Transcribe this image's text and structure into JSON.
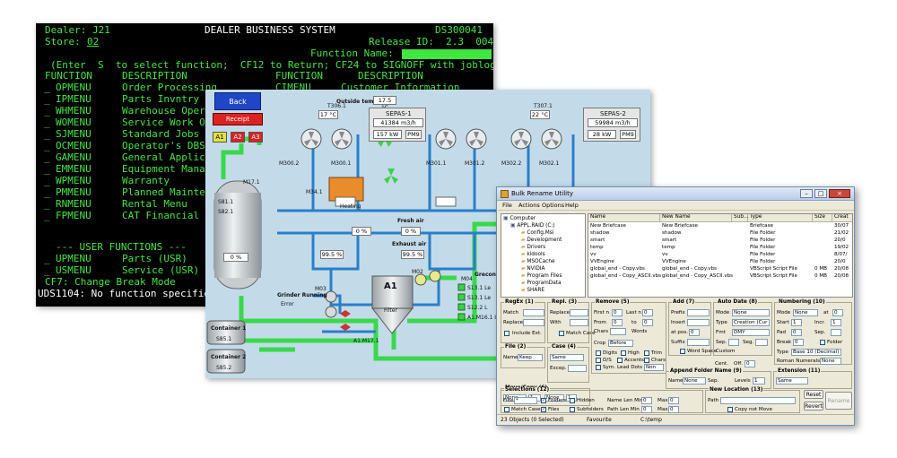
{
  "terminal": {
    "dealer": "Dealer: J21",
    "title": "DEALER BUSINESS SYSTEM",
    "screen_id": "DS300041",
    "store_label": "Store:",
    "store_value": "02",
    "release": "Release ID:  2.3  004",
    "function_name_label": "Function Name:",
    "instructions": "(Enter  S  to select function;  CF12 to Return; CF24 to SIGNOFF with joblog)",
    "col_function": "FUNCTION",
    "col_description": "DESCRIPTION",
    "menu_left": [
      {
        "code": "OPMENU",
        "desc": "Order Processing"
      },
      {
        "code": "IPMENU",
        "desc": "Parts Invntry P"
      },
      {
        "code": "WHMENU",
        "desc": "Warehouse Opera"
      },
      {
        "code": "WOMENU",
        "desc": "Service Work Or"
      },
      {
        "code": "SJMENU",
        "desc": "Standard Jobs"
      },
      {
        "code": "OCMENU",
        "desc": "Operator's DBS"
      },
      {
        "code": "GAMENU",
        "desc": "General Applica"
      },
      {
        "code": "EMMENU",
        "desc": "Equipment Manag"
      },
      {
        "code": "WPMENU",
        "desc": "Warranty"
      },
      {
        "code": "PMMENU",
        "desc": "Planned Mainten"
      },
      {
        "code": "RNMENU",
        "desc": "Rental Menu"
      },
      {
        "code": "FPMENU",
        "desc": "CAT Financial P"
      }
    ],
    "menu_right_first": {
      "code": "CIMENU",
      "desc": "Customer Information"
    },
    "user_functions_header": "--- USER FUNCTIONS ---",
    "user_functions": [
      {
        "code": "UPMENU",
        "desc": "Parts (USR)"
      },
      {
        "code": "USMENU",
        "desc": "Service (USR)"
      }
    ],
    "cf7": "CF7: Change Break Mode",
    "message": "UDS1104: No function specifie"
  },
  "scada": {
    "back_button": "Back",
    "receipt_label": "Receipt",
    "alarm_buttons": [
      "A1",
      "A2",
      "A3"
    ],
    "outside_temp_label": "Outside temp.:",
    "outside_temp_value": "17.5 °C",
    "t306": "T306.1",
    "t307": "T307.1",
    "t306_val": "17 °C",
    "t307_val": "22 °C",
    "sepas1": {
      "title": "SEPAS-1",
      "flow": "41384 m3/h",
      "power": "157 kW",
      "tag": "PM9"
    },
    "sepas2": {
      "title": "SEPAS-2",
      "flow": "59984 m3/h",
      "power": "28 kW",
      "tag": "PM9"
    },
    "fans": [
      "M300.2",
      "M300.1",
      "M301.1",
      "M301.2",
      "M302.2",
      "M302.1"
    ],
    "tank_tag": "M17.1",
    "s81": "S81.1",
    "s82": "S82.1",
    "tank_level": "0 %",
    "m34": "M34.1",
    "heating": "Heating",
    "fresh_air": "Fresh air",
    "exhaust_air": "Exhaust air",
    "damper1": "0 %",
    "damper2": "0 %",
    "damper3": "99.5 %",
    "damper4": "99.5 %",
    "m03": "M03",
    "m02": "M02",
    "m04": "M04",
    "grinder_label": "Grinder Running",
    "grinder_val": "Error",
    "a1_title": "A1",
    "a1_sub": "Filter",
    "a1_tag": "A1.M17.1",
    "container1": {
      "title": "Container 1",
      "tag": "S85.1"
    },
    "container2": {
      "title": "Container 2",
      "tag": "S85.2"
    },
    "grecon": "Grecon",
    "right_labels": [
      "S13.1 Le",
      "S13.1 Le",
      "S12.2 L",
      "A1.M16.1 I"
    ]
  },
  "bru": {
    "title": "Bulk Rename Utility",
    "menu": [
      "File",
      "Actions",
      "Options",
      "Help"
    ],
    "tree": [
      "Computer",
      "APPL.RAID (C:)",
      "Config.Msi",
      "Development",
      "Drivers",
      "kidools",
      "MSOCache",
      "NVIDIA",
      "Program Files",
      "ProgramData",
      "SHARE"
    ],
    "columns": [
      "Name",
      "New Name",
      "Sub...",
      "Type",
      "Size",
      "Creat"
    ],
    "files": [
      {
        "name": "New Briefcase",
        "new": "New Briefcase",
        "type": "Briefcase",
        "size": "",
        "date": "30/07"
      },
      {
        "name": "shadow",
        "new": "shadow",
        "type": "File Folder",
        "size": "",
        "date": "21/02"
      },
      {
        "name": "smart",
        "new": "smart",
        "type": "File Folder",
        "size": "",
        "date": "20/0"
      },
      {
        "name": "temp",
        "new": "temp",
        "type": "File Folder",
        "size": "",
        "date": "19/02"
      },
      {
        "name": "vv",
        "new": "vv",
        "type": "File Folder",
        "size": "",
        "date": "8/07/"
      },
      {
        "name": "VVEngine",
        "new": "VVEngine",
        "type": "File Folder",
        "size": "",
        "date": "20/0"
      },
      {
        "name": "global_end - Copy.vbs",
        "new": "global_end - Copy.vbs",
        "type": "VBScript Script File",
        "size": "0 MB",
        "date": "20/08"
      },
      {
        "name": "global_end - Copy_ASCII.vbs",
        "new": "global_end - Copy_ASCII.vbs",
        "type": "VBScript Script File",
        "size": "0 MB",
        "date": "20/08"
      }
    ],
    "groups": {
      "regex": "RegEx (1)",
      "repl": "Repl. (3)",
      "remove": "Remove (5)",
      "add": "Add (7)",
      "autodate": "Auto Date (8)",
      "numbering": "Numbering (10)",
      "file": "File (2)",
      "case": "Case (4)",
      "movecopy": "Move/Copy (6)",
      "append": "Append Folder Name (9)",
      "extension": "Extension (11)",
      "selections": "Selections (12)",
      "newlocation": "New Location (13)"
    },
    "labels": {
      "match": "Match",
      "replace": "Replace",
      "include_ext": "Include Ext.",
      "repl_replace": "Replace",
      "with": "With",
      "match_case": "Match Case",
      "first_n": "First n",
      "last_n": "Last n",
      "from": "From",
      "to": "to",
      "chars": "Chars",
      "words": "Words",
      "crop": "Crop",
      "crop_val": "Before",
      "digits": "Digits",
      "high": "High",
      "trim": "Trim",
      "ds": "D/S",
      "accents": "Accents",
      "chars2": "Chars",
      "sym": "Sym.",
      "lead_dots": "Lead Dots",
      "non": "Non",
      "prefix": "Prefix",
      "insert": "Insert",
      "at_pos": "at pos.",
      "suffix": "Suffix",
      "word_space": "Word Space",
      "mode": "Mode",
      "mode_val": "None",
      "type": "Type",
      "type_val": "Creation (Cur",
      "fmt": "Fmt",
      "fmt_val": "DMY",
      "sep": "Sep.",
      "seg": "Seg.",
      "custom": "Custom",
      "cent": "Cent.",
      "off": "Off.",
      "off_val": "0",
      "num_mode": "Mode",
      "num_mode_val": "None",
      "at": "at",
      "start": "Start",
      "incr": "Incr.",
      "pad": "Pad",
      "num_sep": "Sep.",
      "break": "Break",
      "folder": "Folder",
      "num_type": "Type",
      "num_type_val": "Base 10 (Decimal)",
      "roman": "Roman Numerals",
      "roman_val": "None",
      "name": "Name",
      "name_val": "Keep",
      "case_val": "Same",
      "except": "Excep.",
      "mc_none": "None",
      "mc_1": "1",
      "mc_none2": "None",
      "mc_1b": "1",
      "mc_sep": "Sep.",
      "af_name": "Name",
      "af_name_val": "None",
      "af_sep": "Sep.",
      "af_levels": "Levels",
      "af_levels_val": "1",
      "ext_val": "Same",
      "filter": "Filter",
      "filter_val": "*",
      "folders": "Folders",
      "hidden": "Hidden",
      "name_len_min": "Name Len Min",
      "max": "Max",
      "files": "Files",
      "subfolders": "Subfolders",
      "path_len_min": "Path Len Min",
      "max2": "Max",
      "match_case2": "Match Case",
      "path": "Path",
      "copy_not_move": "Copy not Move",
      "zero": "0"
    },
    "buttons": {
      "reset": "Reset",
      "revert": "Revert",
      "rename": "Rename"
    },
    "status": {
      "objects": "23 Objects (0 Selected)",
      "favourite": "Favourite",
      "path": "C:\\temp"
    }
  }
}
